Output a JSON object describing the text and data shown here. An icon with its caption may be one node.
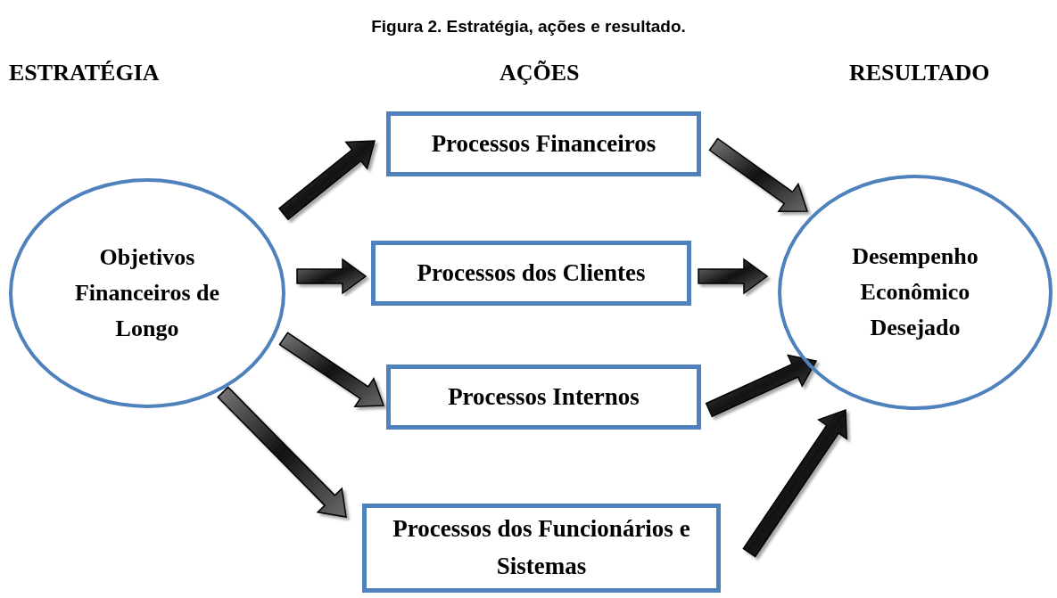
{
  "diagram": {
    "title": "Figura 2. Estratégia, ações e resultado.",
    "nodes": [
      {
        "text": [
          "Objetivos Financeiros de Longo"
        ]
      },
      {
        "text": [
          "Processos Financeiros"
        ]
      },
      {
        "text": [
          "Processos dos Clientes"
        ]
      },
      {
        "text": [
          "Processos Internos"
        ]
      },
      {
        "text": [
          "Processos dos Funcionários e Sistemas"
        ]
      },
      {
        "text": [
          "Desempenho Econômico Desejado"
        ]
      }
    ],
    "edges": [
      {
        "from": 0,
        "to": 1,
        "arrow": "to"
      },
      {
        "from": 0,
        "to": 2,
        "arrow": "to"
      },
      {
        "from": 0,
        "to": 3,
        "arrow": "to"
      },
      {
        "from": 0,
        "to": 4,
        "arrow": "to"
      },
      {
        "from": 1,
        "to": 5,
        "arrow": "to"
      },
      {
        "from": 2,
        "to": 5,
        "arrow": "to"
      },
      {
        "from": 3,
        "to": 5,
        "arrow": "to"
      },
      {
        "from": 4,
        "to": 5,
        "arrow": "to"
      }
    ],
    "labels": [
      "ESTRATÉGIA",
      "AÇÕES",
      "RESULTADO"
    ]
  }
}
